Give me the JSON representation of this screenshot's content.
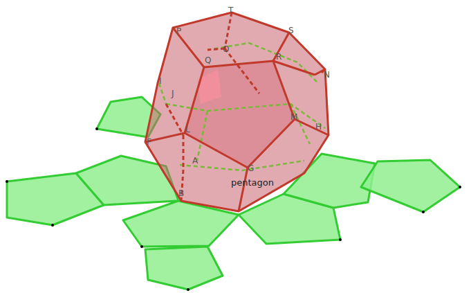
{
  "diagram": {
    "labels": [
      "T",
      "S",
      "P",
      "O",
      "Q",
      "R",
      "N",
      "I",
      "J",
      "L",
      "F",
      "A",
      "B",
      "M",
      "H",
      "G",
      "pentagon"
    ]
  }
}
